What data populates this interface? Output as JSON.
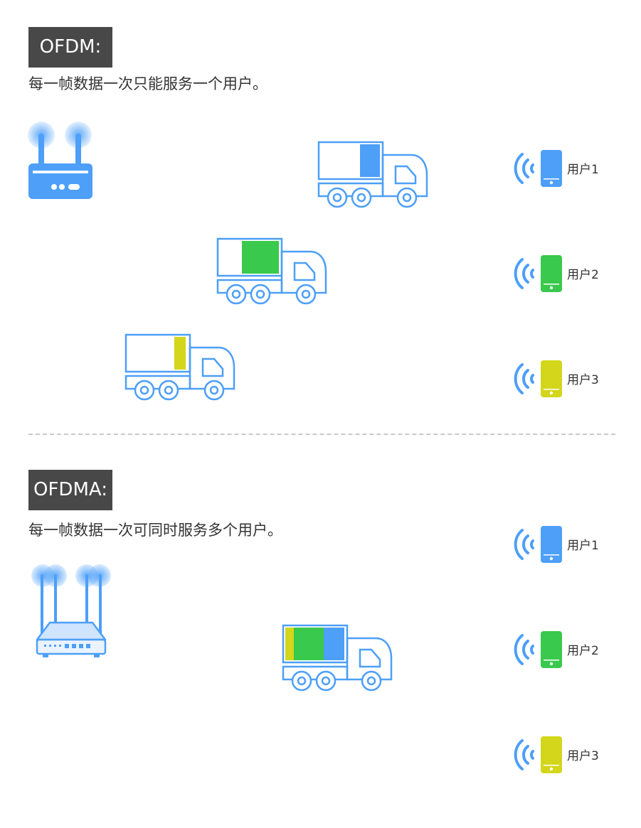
{
  "ofdm": {
    "tag": "OFDM:",
    "description": "每一帧数据一次只能服务一个用户。"
  },
  "ofdma": {
    "tag": "OFDMA:",
    "description": "每一帧数据一次可同时服务多个用户。"
  },
  "colors": {
    "blue": "#4d9ff8",
    "green": "#39c94c",
    "yellow": "#d3d61a",
    "outline": "#4d9ff8"
  },
  "users_top": [
    {
      "label": "用户1",
      "color": "#4d9ff8"
    },
    {
      "label": "用户2",
      "color": "#39c94c"
    },
    {
      "label": "用户3",
      "color": "#d3d61a"
    }
  ],
  "users_bottom": [
    {
      "label": "用户1",
      "color": "#4d9ff8"
    },
    {
      "label": "用户2",
      "color": "#39c94c"
    },
    {
      "label": "用户3",
      "color": "#d3d61a"
    }
  ]
}
